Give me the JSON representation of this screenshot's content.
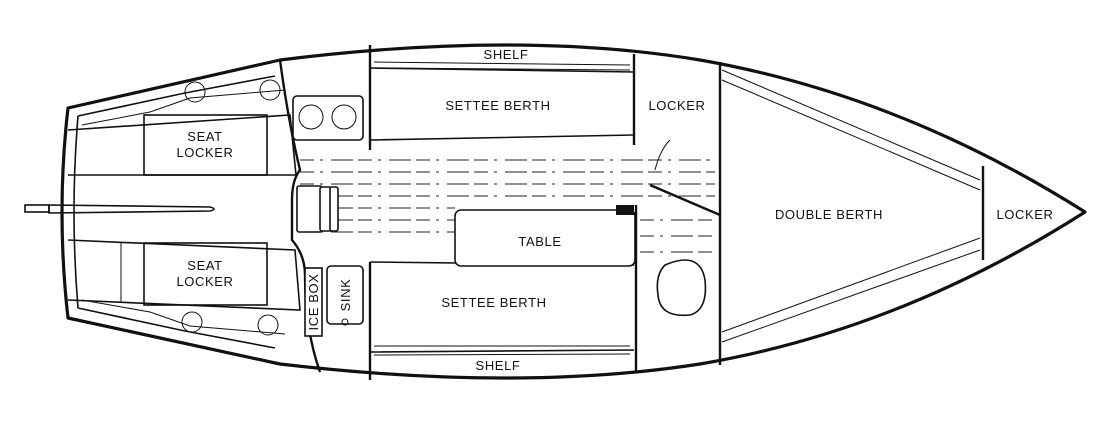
{
  "diagram": {
    "type": "sailboat-interior-layout-plan",
    "orientation": "stern-left-bow-right",
    "labels": {
      "seat_locker_port": [
        "SEAT",
        "LOCKER"
      ],
      "seat_locker_starboard": [
        "SEAT",
        "LOCKER"
      ],
      "shelf_top": "SHELF",
      "shelf_bottom": "SHELF",
      "settee_berth_top": "SETTEE BERTH",
      "settee_berth_bottom": "SETTEE BERTH",
      "locker_mid": "LOCKER",
      "table": "TABLE",
      "ice_box": "ICE BOX",
      "sink": "SINK",
      "double_berth": "DOUBLE BERTH",
      "locker_bow": "LOCKER"
    },
    "components": [
      "tiller",
      "cockpit",
      "stove-two-burner",
      "companionway-steps",
      "head-toilet",
      "bulkheads"
    ],
    "colors": {
      "line": "#111111",
      "background": "#ffffff"
    }
  }
}
